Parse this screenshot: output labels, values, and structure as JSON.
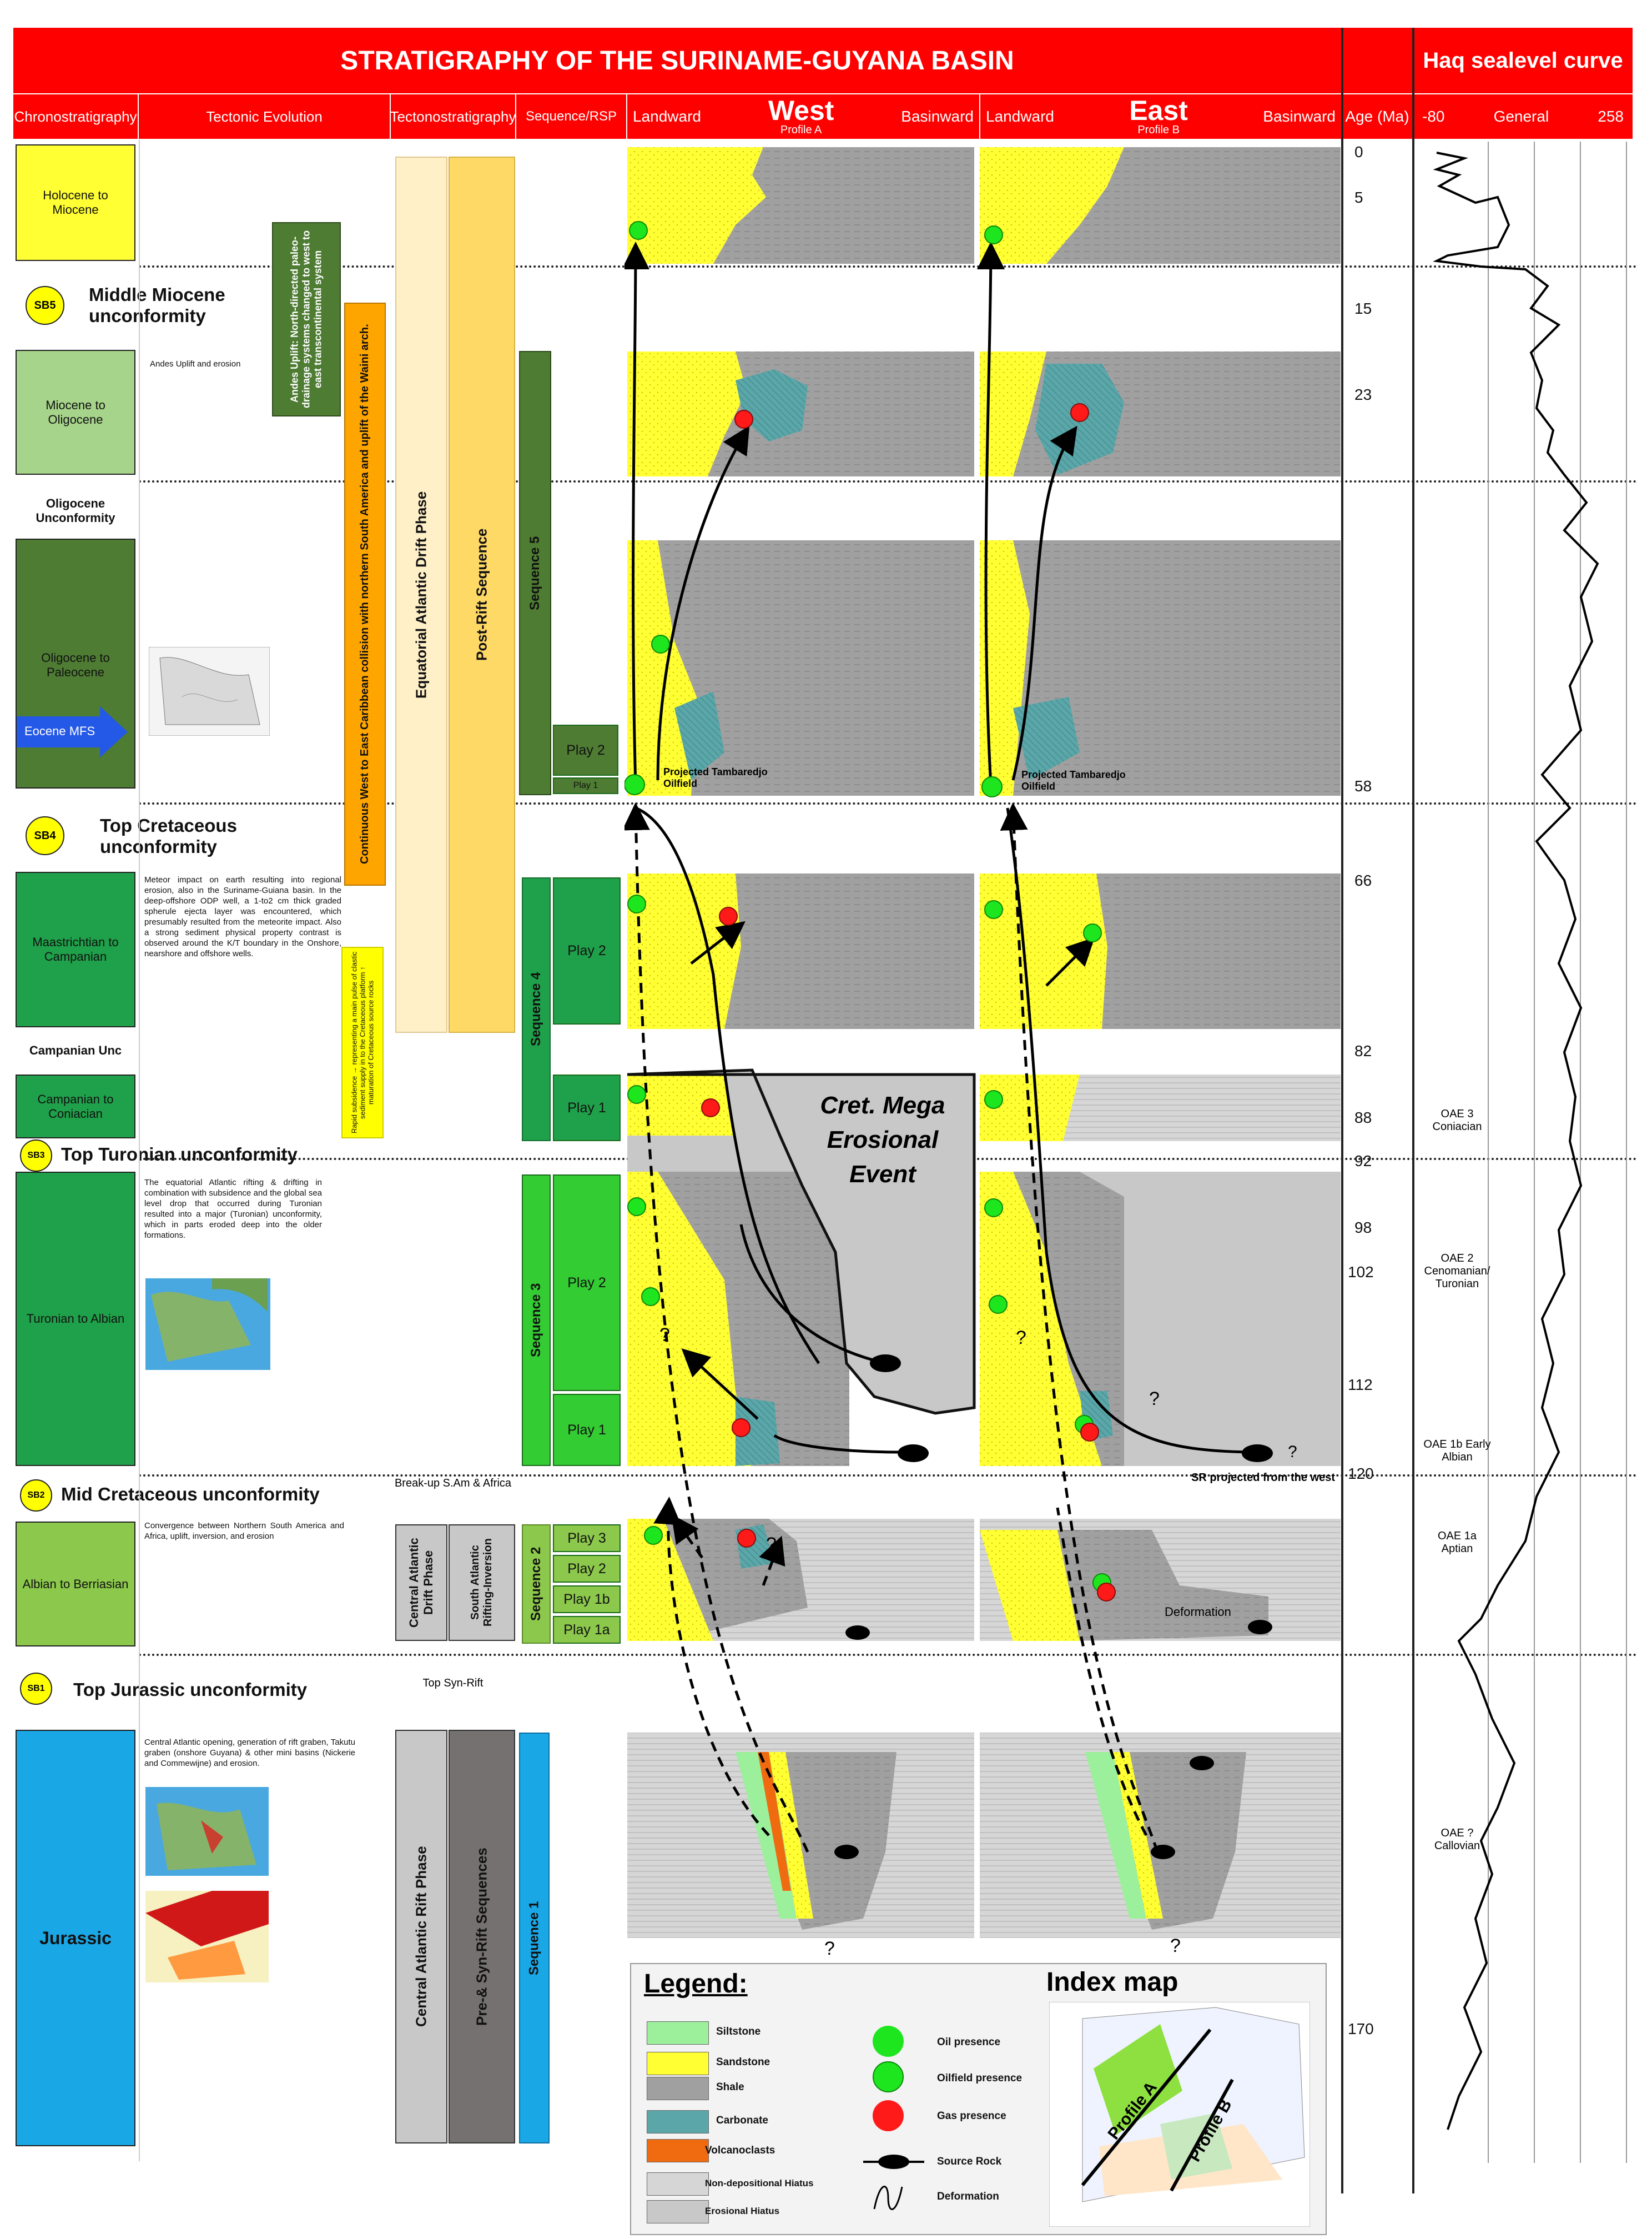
{
  "title": "STRATIGRAPHY OF THE SURINAME-GUYANA BASIN",
  "haq_title": "Haq sealevel curve",
  "headers": {
    "chrono": "Chronostratigraphy",
    "tectonic": "Tectonic Evolution",
    "tectono": "Tectonostratigraphy",
    "sequence": "Sequence/RSP",
    "landward": "Landward",
    "west": "West",
    "profile_a": "Profile A",
    "basinward": "Basinward",
    "east": "East",
    "profile_b": "Profile B",
    "age": "Age (Ma)",
    "haq_min": "-80",
    "haq_general": "General",
    "haq_max": "258"
  },
  "chrono": [
    {
      "label": "Holocene to Miocene",
      "color": "#ffff33"
    },
    {
      "label": "Miocene to Oligocene",
      "color": "#a6d48a"
    },
    {
      "label": "Oligocene Unconformity",
      "color": "#ffffff"
    },
    {
      "label": "Oligocene to Paleocene",
      "color": "#4e7c33"
    },
    {
      "label": "Maastrichtian to Campanian",
      "color": "#1fa04a"
    },
    {
      "label": "Campanian Unc",
      "color": "#ffffff"
    },
    {
      "label": "Campanian to Coniacian",
      "color": "#1fa04a"
    },
    {
      "label": "Turonian to Albian",
      "color": "#1fa04a"
    },
    {
      "label": "Albian to Berriasian",
      "color": "#8cc84b"
    },
    {
      "label": "Jurassic",
      "color": "#1aa7e6"
    }
  ],
  "eocene_mfs": "Eocene MFS",
  "unconformities": [
    {
      "sb": "SB5",
      "label": "Middle Miocene unconformity"
    },
    {
      "sb": "SB4",
      "label": "Top Cretaceous unconformity"
    },
    {
      "sb": "SB3",
      "label": "Top Turonian unconformity"
    },
    {
      "sb": "SB2",
      "label": "Mid Cretaceous  unconformity"
    },
    {
      "sb": "SB1",
      "label": "Top Jurassic unconformity"
    }
  ],
  "tectonic_notes": {
    "andes": "Andes Uplift and erosion",
    "andes_box": "Andes Uplift: North-directed paleo-drainage systems changed to west to east transcontinental system",
    "caribbean": "Continuous West to East Caribbean collision with northern South America and uplift of the Waini arch.",
    "meteor": "Meteor impact on earth resulting into regional erosion, also in the Suriname-Guiana basin. In the deep-offshore ODP well, a 1-to2 cm thick graded spherule ejecta layer was encountered, which presumably resulted from the meteorite impact. Also a strong sediment physical property contrast is observed around the K/T boundary in the Onshore, nearshore and offshore wells.",
    "rapid": "Rapid subsidence → representing a main pulse of clastic sediment supply in to the Cretaceous platform ↑ maturation of Cretaceous source rocks",
    "turonian": "The equatorial Atlantic rifting & drifting in combination with subsidence and the global sea level drop that occurred during Turonian resulted into a major (Turonian) unconformity, which in parts eroded deep into the older formations.",
    "convergence": "Convergence between Northern South America and Africa, uplift, inversion, and erosion",
    "jurassic": "Central Atlantic opening, generation of rift graben, Takutu graben (onshore Guyana) & other mini basins (Nickerie and Commewijne) and erosion."
  },
  "tectono": {
    "eq_drift": "Equatorial Atlantic Drift Phase",
    "post_rift": "Post-Rift Sequence",
    "breakup": "Break-up S.Am & Africa",
    "ca_drift": "Central Atlantic Drift Phase",
    "sa_rifting": "South Atlantic Rifting-Inversion",
    "top_synrift": "Top Syn-Rift",
    "ca_rift": "Central Atlantic Rift Phase",
    "pre_syn": "Pre-& Syn-Rift Sequences"
  },
  "sequences": {
    "seq5": "Sequence 5",
    "seq4": "Sequence 4",
    "seq3": "Sequence 3",
    "seq2": "Sequence 2",
    "seq1": "Sequence 1"
  },
  "plays": {
    "p2_top": "Play 2",
    "p1_top": "Play 1",
    "p2_maas": "Play 2",
    "p1_camp": "Play 1",
    "p2_tur": "Play 2",
    "p1_tur": "Play 1",
    "p3_alb": "Play 3",
    "p2_alb": "Play 2",
    "p1b_alb": "Play 1b",
    "p1a_alb": "Play 1a"
  },
  "profile_labels": {
    "tambaredjo_a": "Projected Tambaredjo Oilfield",
    "tambaredjo_b": "Projected Tambaredjo Oilfield",
    "mega": "Cret. Mega Erosional Event",
    "sr_projected": "SR projected from the west",
    "deformation": "Deformation",
    "q": "?"
  },
  "ages": [
    "0",
    "5",
    "15",
    "23",
    "58",
    "66",
    "82",
    "88",
    "92",
    "98",
    "102",
    "112",
    "120",
    "170"
  ],
  "oae": [
    {
      "label": "OAE 3 Coniacian"
    },
    {
      "label": "OAE 2 Cenomanian/ Turonian"
    },
    {
      "label": "OAE 1b Early Albian"
    },
    {
      "label": "OAE 1a Aptian"
    },
    {
      "label": "OAE ? Callovian"
    }
  ],
  "legend": {
    "title": "Legend:",
    "index_title": "Index map",
    "items": [
      "Siltstone",
      "Sandstone",
      "Shale",
      "Carbonate",
      "Volcanoclasts",
      "Non-depositional Hiatus",
      "Erosional Hiatus"
    ],
    "symbols": [
      "Oil presence",
      "Oilfield presence",
      "Gas presence",
      "Source Rock",
      "Deformation"
    ],
    "profile_a": "Profile A",
    "profile_b": "Profile B"
  },
  "colors": {
    "header": "#ff0000",
    "sandstone": "#ffff33",
    "shale": "#a0a0a0",
    "carbonate": "#5aa6a8",
    "siltstone": "#9cf09c",
    "volcanoclasts": "#f06a10",
    "oil": "#1ee61e",
    "gas": "#ff1a1a"
  }
}
